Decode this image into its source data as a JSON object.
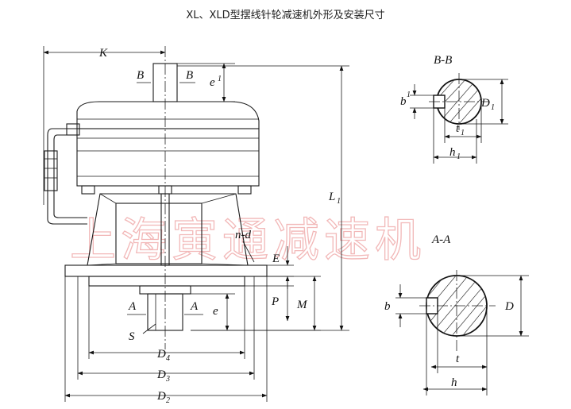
{
  "title": "XL、XLD型摆线针轮减速机外形及安装尺寸",
  "watermark": "上海寅通减速机",
  "section_labels": {
    "bb": "B-B",
    "aa": "A-A"
  },
  "dims": {
    "K": "K",
    "B": "B",
    "e1": "e",
    "e1_sub": "1",
    "L1": "L",
    "L1_sub": "1",
    "nd": "n-d",
    "E": "E",
    "P": "P",
    "M": "M",
    "A": "A",
    "e": "e",
    "S": "S",
    "D4": "D",
    "D4_sub": "4",
    "D3": "D",
    "D3_sub": "3",
    "D2": "D",
    "D2_sub": "2",
    "b1": "b",
    "b1_sub": "1",
    "D1": "D",
    "D1_sub": "1",
    "t1": "t",
    "t1_sub": "1",
    "h1": "h",
    "h1_sub": "1",
    "b": "b",
    "D": "D",
    "t": "t",
    "h": "h"
  },
  "colors": {
    "line": "#1a1a1a",
    "watermark": "#f2b8b8"
  }
}
